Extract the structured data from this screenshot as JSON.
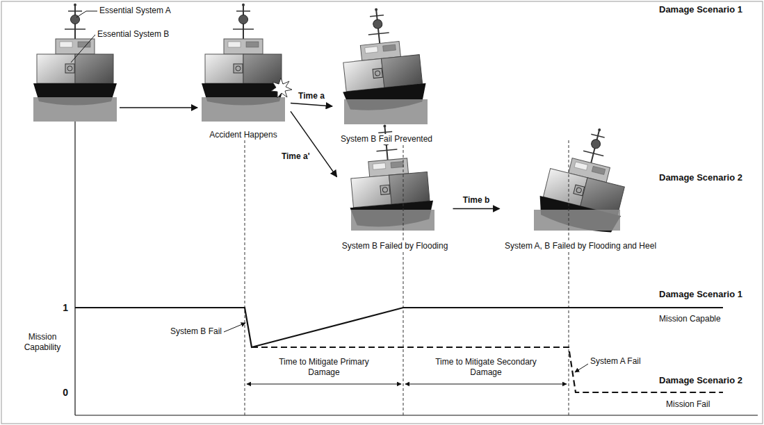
{
  "diagram": {
    "nodes": [
      {
        "text": [
          "Accident Happens"
        ]
      },
      {
        "text": [
          "System B Fail Prevented"
        ]
      },
      {
        "text": [
          "System B Failed by Flooding"
        ]
      },
      {
        "text": [
          "System A, B Failed by Flooding and Heel"
        ]
      }
    ],
    "edges": [
      {
        "from": 0,
        "to": 1,
        "arrow": "to",
        "label": "Time a"
      },
      {
        "from": 0,
        "to": 2,
        "arrow": "to",
        "label": "Time a'"
      },
      {
        "from": 2,
        "to": 3,
        "arrow": "to",
        "label": "Time b"
      }
    ],
    "labels": [
      "Essential System A",
      "Essential System B",
      "Damage Scenario 1",
      "Damage Scenario 2",
      "1",
      "0",
      "Mission Capability",
      "System B Fail",
      "Time to Mitigate Primary Damage",
      "Time to Mitigate Secondary Damage",
      "System A Fail",
      "Damage Scenario 1",
      "Mission Capable",
      "Damage Scenario 2",
      "Mission Fail"
    ]
  }
}
